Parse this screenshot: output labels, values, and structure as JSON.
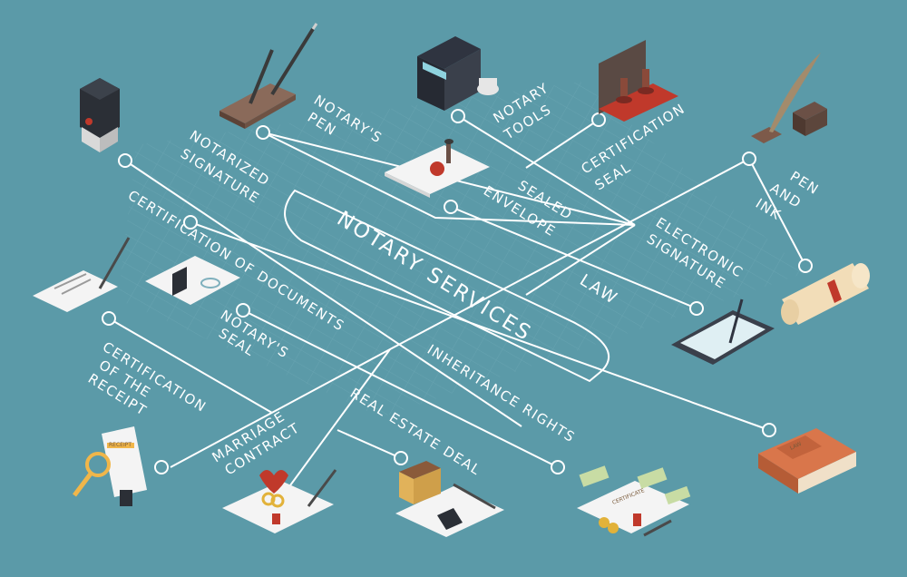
{
  "diagram": {
    "center_title": "NOTARY SERVICES",
    "center_sub": "LAW",
    "labels": {
      "notarys_pen": [
        "NOTARY'S",
        "PEN"
      ],
      "notary_tools": [
        "NOTARY",
        "TOOLS"
      ],
      "certification_seal": [
        "CERTIFICATION",
        "SEAL"
      ],
      "pen_and_ink": [
        "PEN",
        "AND",
        "INK"
      ],
      "notarized_signature": [
        "NOTARIZED",
        "SIGNATURE"
      ],
      "sealed_envelope": [
        "SEALED",
        "ENVELOPE"
      ],
      "electronic_signature": [
        "ELECTRONIC",
        "SIGNATURE"
      ],
      "certification_of_documents": "CERTIFICATION OF DOCUMENTS",
      "notarys_seal": [
        "NOTARY'S",
        "SEAL"
      ],
      "certification_of_the_receipt": [
        "CERTIFICATION",
        "OF THE",
        "RECEIPT"
      ],
      "inheritance_rights": "INHERITANCE RIGHTS",
      "marriage_contract": [
        "MARRIAGE",
        "CONTRACT"
      ],
      "real_estate_deal": "REAL ESTATE DEAL"
    },
    "book_title": "LAW",
    "receipt_header": "RECEIPT",
    "deed_header": "CERTIFICATE"
  },
  "colors": {
    "background": "#5b9aa8",
    "lines": "#ffffff",
    "grid": "#6aa6b3",
    "book": "#d9764b",
    "wax": "#c0392b",
    "wood": "#7a5a4a"
  }
}
